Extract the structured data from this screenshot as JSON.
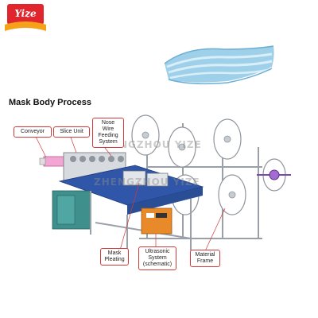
{
  "brand": {
    "logo_text": "Yize",
    "colors": {
      "logo_red": "#e0262c",
      "logo_orange": "#f5a21a"
    }
  },
  "photo": {
    "subject": "surgical mask stack",
    "colors": {
      "mask_blue": "#8fc6e4",
      "mask_light": "#cbe6f5"
    }
  },
  "diagram": {
    "title": "Mask Body Process",
    "callouts": {
      "conveyor": "Conveyor",
      "slice_unit": "Slice Unit",
      "nose_wire_1": "Nose Wire",
      "nose_wire_2": "Feeding",
      "nose_wire_3": "System",
      "mask_pleating_1": "Mask",
      "mask_pleating_2": "Pleating",
      "ultrasonic_1": "Ultrasonic",
      "ultrasonic_2": "System",
      "ultrasonic_3": "(schematic)",
      "material_frame_1": "Material",
      "material_frame_2": "Frame"
    },
    "watermarks": [
      "ZHENGZHOU YIZE",
      "ZHENGZHOU YIZE"
    ],
    "colors": {
      "callout_border": "#d23a3a",
      "leader_line": "#d23a3a",
      "machine_blue": "#2f56a8",
      "cabinet_teal": "#3f8f8c",
      "frame_gray": "#c9ccd1",
      "ultrasonic_orange": "#e88a2a"
    }
  }
}
